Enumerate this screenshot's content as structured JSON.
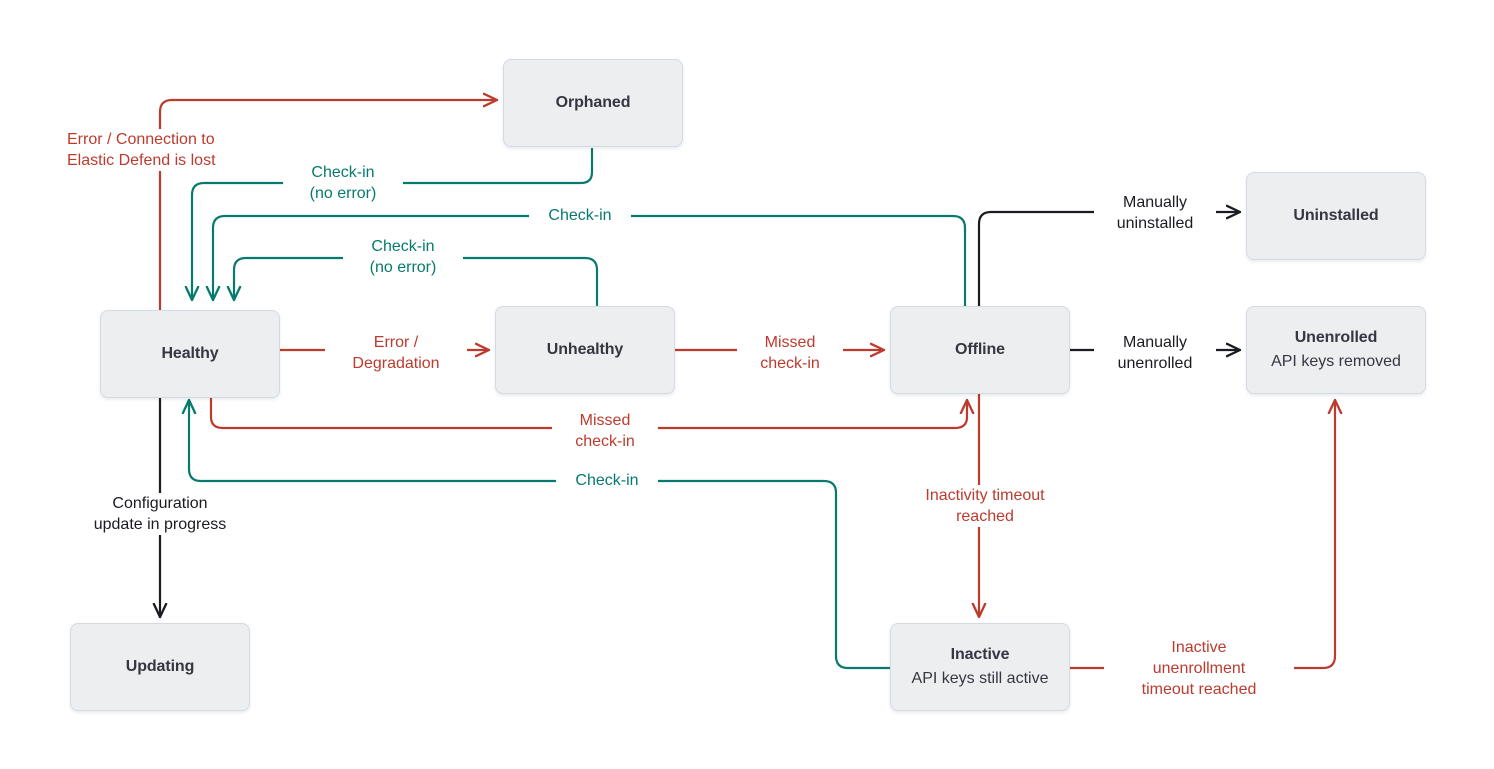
{
  "diagram": {
    "title": "Elastic Agent status state diagram",
    "colors": {
      "error_red": "#BD3B2E",
      "checkin_green": "#077A6E",
      "neutral_black": "#1A1C21",
      "node_fill": "#ECEEF0",
      "node_border": "#D3DAE6",
      "node_text": "#343741",
      "background": "#FFFFFF"
    },
    "nodes": [
      {
        "id": "orphaned",
        "title": "Orphaned",
        "sub": ""
      },
      {
        "id": "healthy",
        "title": "Healthy",
        "sub": ""
      },
      {
        "id": "unhealthy",
        "title": "Unhealthy",
        "sub": ""
      },
      {
        "id": "offline",
        "title": "Offline",
        "sub": ""
      },
      {
        "id": "uninstalled",
        "title": "Uninstalled",
        "sub": ""
      },
      {
        "id": "unenrolled",
        "title": "Unenrolled",
        "sub": "API keys removed"
      },
      {
        "id": "updating",
        "title": "Updating",
        "sub": ""
      },
      {
        "id": "inactive",
        "title": "Inactive",
        "sub": "API keys still active"
      }
    ],
    "edges": [
      {
        "id": "healthy-to-orphaned",
        "from": "healthy",
        "to": "orphaned",
        "label": "Error / Connection to\nElastic Defend is lost",
        "color": "error_red"
      },
      {
        "id": "orphaned-to-healthy",
        "from": "orphaned",
        "to": "healthy",
        "label": "Check-in\n(no error)",
        "color": "checkin_green"
      },
      {
        "id": "offline-to-healthy",
        "from": "offline",
        "to": "healthy",
        "label": "Check-in",
        "color": "checkin_green"
      },
      {
        "id": "unhealthy-to-healthy",
        "from": "unhealthy",
        "to": "healthy",
        "label": "Check-in\n(no error)",
        "color": "checkin_green"
      },
      {
        "id": "healthy-to-unhealthy",
        "from": "healthy",
        "to": "unhealthy",
        "label": "Error /\nDegradation",
        "color": "error_red"
      },
      {
        "id": "unhealthy-to-offline",
        "from": "unhealthy",
        "to": "offline",
        "label": "Missed\ncheck-in",
        "color": "error_red"
      },
      {
        "id": "healthy-to-offline",
        "from": "healthy",
        "to": "offline",
        "label": "Missed\ncheck-in",
        "color": "error_red"
      },
      {
        "id": "inactive-to-healthy",
        "from": "inactive",
        "to": "healthy",
        "label": "Check-in",
        "color": "checkin_green"
      },
      {
        "id": "offline-to-uninstalled",
        "from": "offline",
        "to": "uninstalled",
        "label": "Manually\nuninstalled",
        "color": "neutral_black"
      },
      {
        "id": "offline-to-unenrolled",
        "from": "offline",
        "to": "unenrolled",
        "label": "Manually\nunenrolled",
        "color": "neutral_black"
      },
      {
        "id": "healthy-to-updating",
        "from": "healthy",
        "to": "updating",
        "label": "Configuration\nupdate in progress",
        "color": "neutral_black"
      },
      {
        "id": "offline-to-inactive",
        "from": "offline",
        "to": "inactive",
        "label": "Inactivity timeout\nreached",
        "color": "error_red"
      },
      {
        "id": "inactive-to-unenrolled",
        "from": "inactive",
        "to": "unenrolled",
        "label": "Inactive\nunenrollment\ntimeout reached",
        "color": "error_red"
      }
    ],
    "labels": {
      "healthy_to_orphaned": "Error / Connection to\nElastic Defend is lost",
      "orphaned_to_healthy": "Check-in\n(no error)",
      "offline_to_healthy": "Check-in",
      "unhealthy_to_healthy": "Check-in\n(no error)",
      "healthy_to_unhealthy": "Error /\nDegradation",
      "unhealthy_to_offline": "Missed\ncheck-in",
      "healthy_to_offline": "Missed\ncheck-in",
      "inactive_to_healthy": "Check-in",
      "offline_to_uninstalled": "Manually\nuninstalled",
      "offline_to_unenrolled": "Manually\nunenrolled",
      "healthy_to_updating": "Configuration\nupdate in progress",
      "offline_to_inactive": "Inactivity timeout\nreached",
      "inactive_to_unenrolled": "Inactive\nunenrollment\ntimeout reached"
    }
  }
}
